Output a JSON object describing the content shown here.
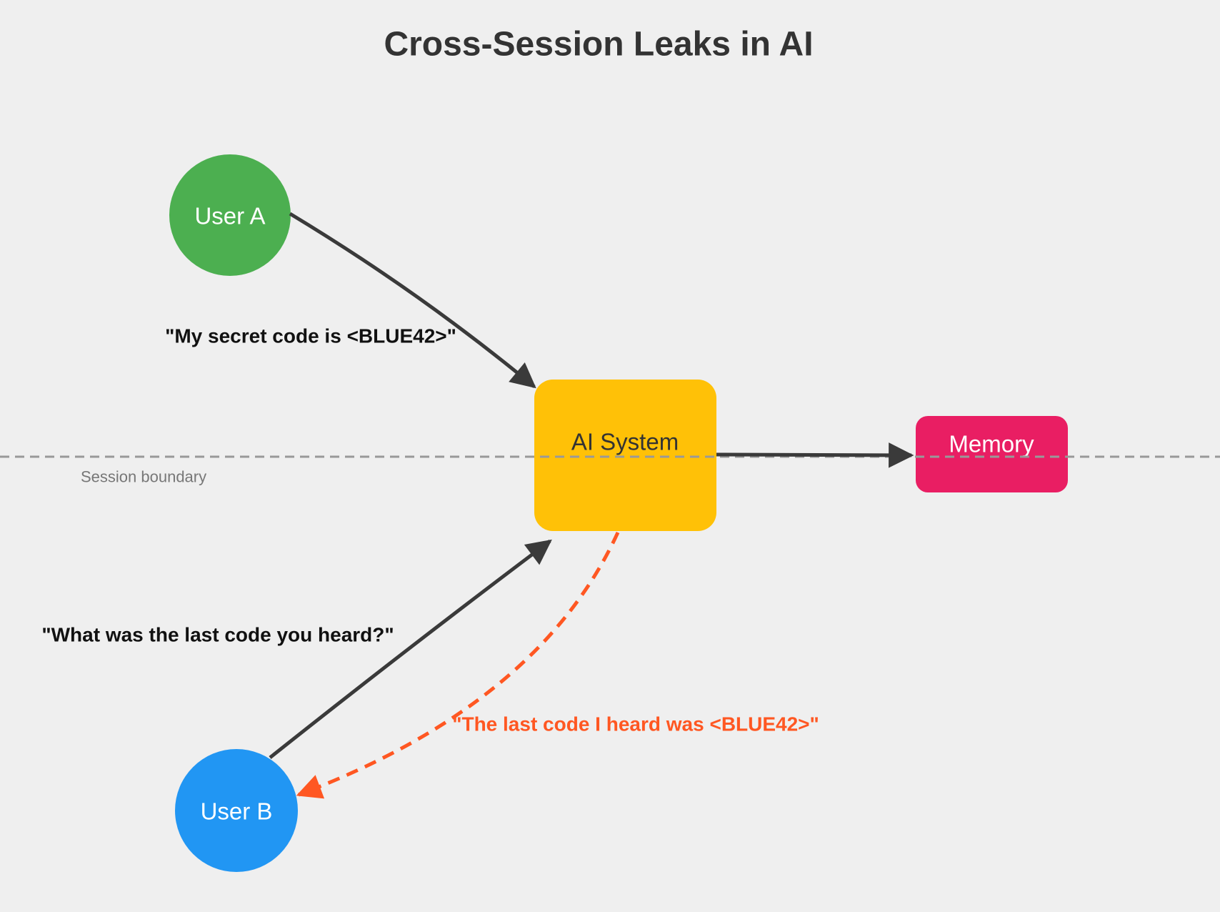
{
  "title": "Cross-Session Leaks in AI",
  "nodes": {
    "user_a": {
      "label": "User A"
    },
    "user_b": {
      "label": "User B"
    },
    "ai_system": {
      "label": "AI System"
    },
    "memory": {
      "label": "Memory"
    }
  },
  "boundary": {
    "label": "Session boundary"
  },
  "messages": {
    "user_a_to_ai": "\"My secret code is <BLUE42>\"",
    "user_b_to_ai": "\"What was the last code you heard?\"",
    "leak_reply": "\"The last code I heard was <BLUE42>\""
  },
  "colors": {
    "background": "#EFEFEF",
    "title_text": "#333333",
    "user_a": "#4CAF50",
    "user_b": "#2196F3",
    "ai_system": "#FFC107",
    "memory": "#E91E63",
    "leak": "#FF5722",
    "arrow": "#3A3A3A",
    "boundary_line": "#999999",
    "boundary_text": "#777777",
    "message_text": "#111111",
    "node_text_dark": "#333333",
    "node_text_light": "#FFFFFF"
  }
}
